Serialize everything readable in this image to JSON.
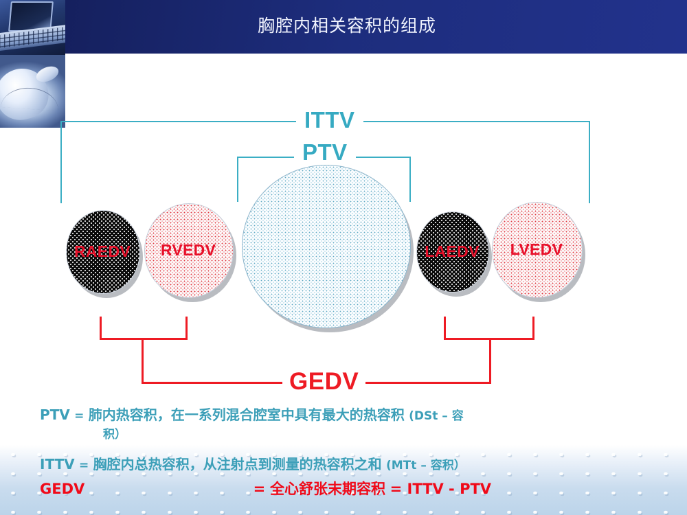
{
  "header": {
    "title": "胸腔内相关容积的组成",
    "bar_color": "#1b2a75"
  },
  "sidebar_photo": {
    "name": "computer-keyboard-mouse-photo"
  },
  "diagram": {
    "accent_teal": "#36AAC2",
    "accent_red": "#EE1B24",
    "brackets": [
      {
        "id": "ittv",
        "label": "ITTV",
        "color": "#36AAC2"
      },
      {
        "id": "ptv",
        "label": "PTV",
        "color": "#36AAC2"
      },
      {
        "id": "gedv",
        "label": "GEDV",
        "color": "#EE1B24"
      }
    ],
    "circles": [
      {
        "id": "raedv",
        "label": "RAEDV",
        "fill": "black-dotted"
      },
      {
        "id": "rvedv",
        "label": "RVEDV",
        "fill": "red-dotted"
      },
      {
        "id": "center",
        "label": "",
        "fill": "blue-dotted"
      },
      {
        "id": "laedv",
        "label": "LAEDV",
        "fill": "black-dotted"
      },
      {
        "id": "lvedv",
        "label": "LVEDV",
        "fill": "red-dotted"
      }
    ]
  },
  "legend": {
    "ptv_key": "PTV",
    "ptv_eq": "=",
    "ptv_text": "肺内热容积，在一系列混合腔室中具有最大的热容积",
    "ptv_paren": "(DSt –  容",
    "ptv_text2": "积）",
    "ittv_key": "ITTV",
    "ittv_eq": "=",
    "ittv_text": "胸腔内总热容积，从注射点到测量的热容积之和",
    "ittv_paren": "(MTt –  容积）",
    "gedv_key": "GEDV",
    "gedv_eq": "=",
    "gedv_text": "全心舒张末期容积",
    "gedv_formula": "= ITTV - PTV"
  }
}
